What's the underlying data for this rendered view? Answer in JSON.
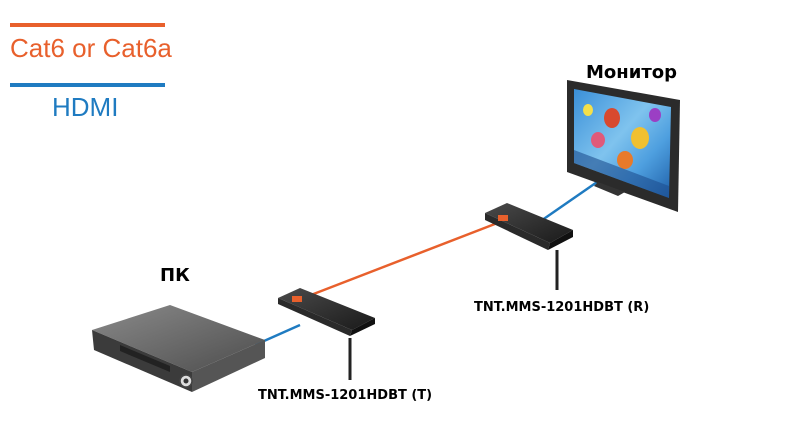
{
  "legend": {
    "cat6_label": "Cat6 or Cat6a",
    "hdmi_label": "HDMI",
    "cat6_color": "#e8602c",
    "hdmi_color": "#1f7bc1"
  },
  "devices": {
    "pc_label": "ПК",
    "monitor_label": "Монитор",
    "transmitter_label": "TNT.MMS-1201HDBT (T)",
    "receiver_label": "TNT.MMS-1201HDBT (R)"
  },
  "icons": {
    "pc": "pc-box-icon",
    "monitor": "monitor-icon",
    "transmitter": "extender-box-icon",
    "receiver": "extender-box-icon"
  }
}
